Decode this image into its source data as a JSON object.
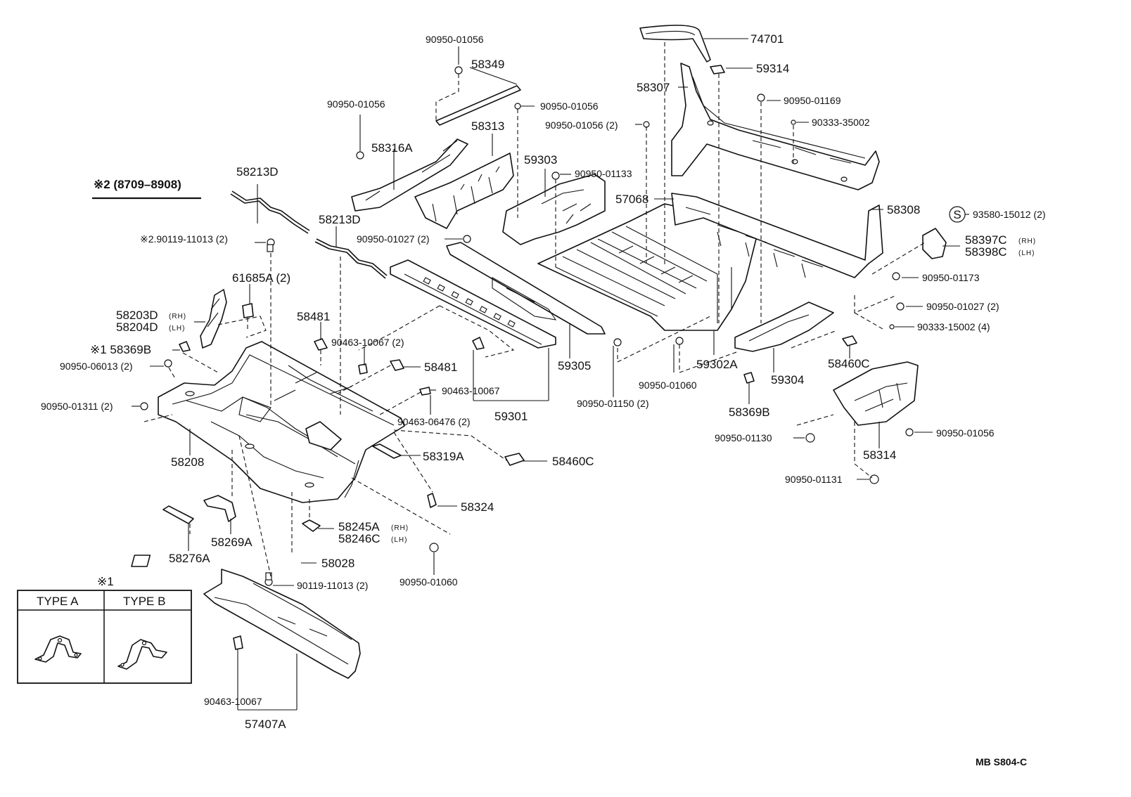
{
  "note2": "※2 (8709–8908)",
  "labels": {
    "p90950_01056_top": "90950-01056",
    "p58349": "58349",
    "p90950_01056_a": "90950-01056",
    "p90950_01056_b": "90950-01056",
    "p58313": "58313",
    "p58316A": "58316A",
    "p90950_01056_2": "90950-01056 (2)",
    "p59303": "59303",
    "p90950_01133": "90950-01133",
    "p58213D_a": "58213D",
    "p58213D_b": "58213D",
    "p90950_01027_2": "90950-01027 (2)",
    "p90119_11013_top": "※2.90119-11013 (2)",
    "p61685A": "61685A (2)",
    "p58203D": "58203D",
    "p58204D": "58204D",
    "p58481_a": "58481",
    "p90463_10067_2": "90463-10067 (2)",
    "p58369B_1": "※1 58369B",
    "p90950_06013": "90950-06013 (2)",
    "p58481_b": "58481",
    "p90463_10067_a": "90463-10067",
    "p90950_01311": "90950-01311 (2)",
    "p90463_06476": "90463-06476 (2)",
    "p59301": "59301",
    "p58208": "58208",
    "p58319A": "58319A",
    "p58460C_a": "58460C",
    "p58324": "58324",
    "p58269A": "58269A",
    "p58245A": "58245A",
    "p58246C": "58246C",
    "p58276A": "58276A",
    "p58028": "58028",
    "p90950_01060_a": "90950-01060",
    "p90119_11013_b": "90119-11013 (2)",
    "p90463_10067_b": "90463-10067",
    "p57407A": "57407A",
    "p74701": "74701",
    "p59314": "59314",
    "p58307": "58307",
    "p90950_01169": "90950-01169",
    "p90333_35002": "90333-35002",
    "p57068": "57068",
    "p58308": "58308",
    "p93580_15012": "93580-15012 (2)",
    "p58397C": "58397C",
    "p58398C": "58398C",
    "p90950_01173": "90950-01173",
    "p90950_01027_b": "90950-01027 (2)",
    "p90333_15002": "90333-15002 (4)",
    "p59305": "59305",
    "p59302A": "59302A",
    "p59304": "59304",
    "p58460C_b": "58460C",
    "p90950_01060_b": "90950-01060",
    "p90950_01150": "90950-01150 (2)",
    "p58369B_2": "58369B",
    "p90950_01130": "90950-01130",
    "p58314": "58314",
    "p90950_01056_c": "90950-01056",
    "p90950_01131": "90950-01131",
    "rh": "(RH)",
    "lh": "(LH)",
    "s_mark": "S",
    "ref_code": "MB S804-C"
  },
  "legend_box": {
    "mark": "※1",
    "type_a": "TYPE  A",
    "type_b": "TYPE  B"
  }
}
